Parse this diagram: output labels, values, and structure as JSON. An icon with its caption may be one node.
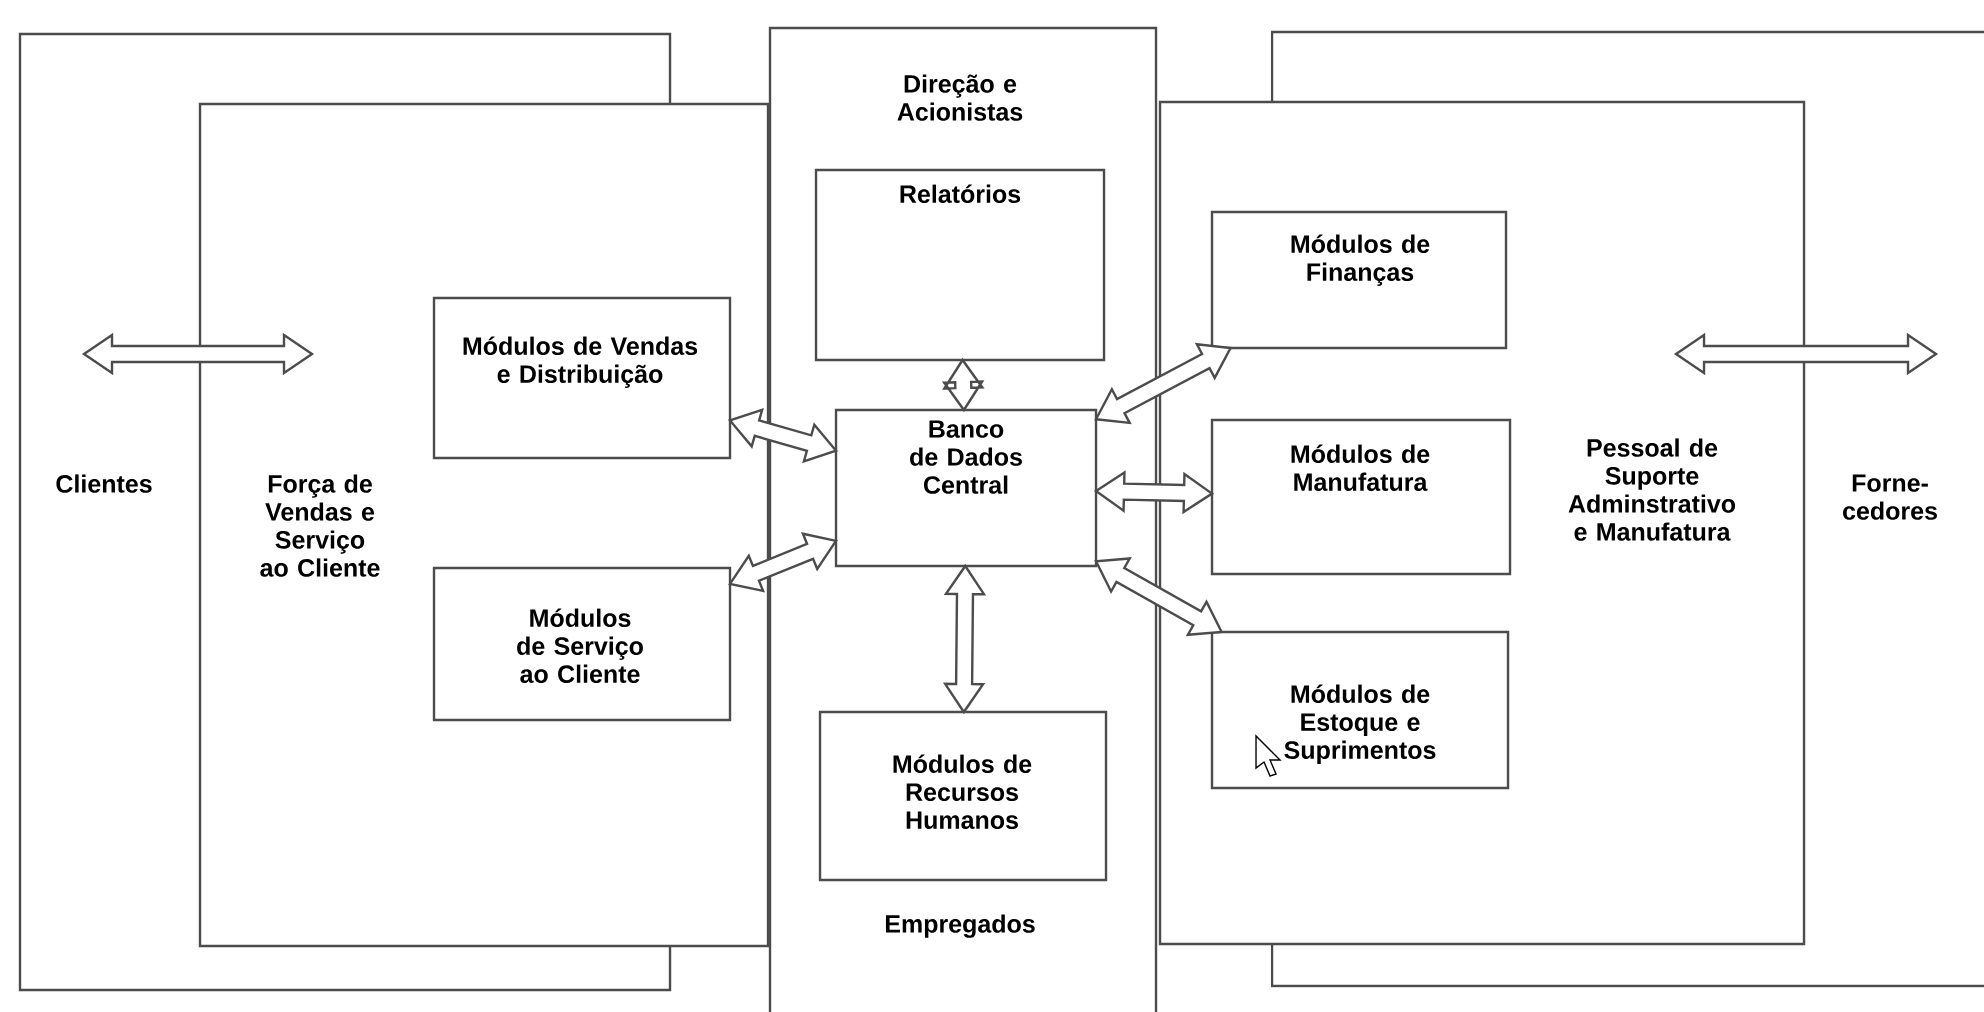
{
  "diagram": {
    "nodes": [
      {
        "text": [
          "Clientes"
        ]
      },
      {
        "text": [
          "Força de Vendas e Serviço ao Cliente"
        ]
      },
      {
        "text": [
          "Direção e Acionistas",
          "Empregados"
        ]
      },
      {
        "text": [
          "Relatórios"
        ],
        "in": 2
      },
      {
        "text": [
          "Módulos de Vendas e Distribuição"
        ],
        "in": 1
      },
      {
        "text": [
          "Banco de Dados Central"
        ],
        "in": 2
      },
      {
        "text": [
          "Módulos de Serviço ao Cliente"
        ],
        "in": 1
      },
      {
        "text": [
          "Módulos de Recursos Humanos"
        ],
        "in": 2
      },
      {
        "text": [
          "Pessoal de Suporte Adminstrativo e Manufatura"
        ]
      },
      {
        "text": [
          "Forne- cedores"
        ]
      },
      {
        "text": [
          "Módulos de Finanças"
        ],
        "in": 8
      },
      {
        "text": [
          "Módulos de Manufatura"
        ],
        "in": 8
      },
      {
        "text": [
          "Módulos de Estoque e Suprimentos"
        ],
        "in": 8
      }
    ],
    "edges": [
      {
        "from": 0,
        "to": 1,
        "arrow": "both"
      },
      {
        "from": 5,
        "to": 3,
        "arrow": "both"
      },
      {
        "from": 5,
        "to": 4,
        "arrow": "both"
      },
      {
        "from": 5,
        "to": 6,
        "arrow": "both"
      },
      {
        "from": 5,
        "to": 7,
        "arrow": "both"
      },
      {
        "from": 5,
        "to": 10,
        "arrow": "both"
      },
      {
        "from": 5,
        "to": 11,
        "arrow": "both"
      },
      {
        "from": 5,
        "to": 12,
        "arrow": "both"
      },
      {
        "from": 8,
        "to": 9,
        "arrow": "both"
      }
    ]
  }
}
